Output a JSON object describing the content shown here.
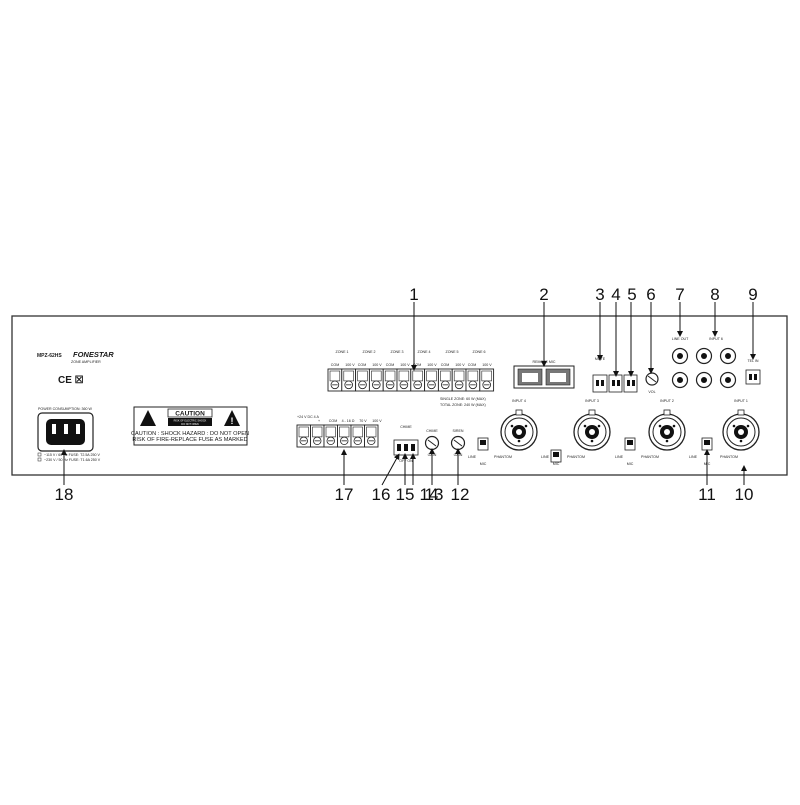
{
  "panel": {
    "model": "MPZ-62HS",
    "brand": "FONESTAR",
    "subtitle": "ZONE AMPLIFIER",
    "marks": "CE ☒"
  },
  "power": {
    "consumption": "POWER CONSUMPTION: 360 W",
    "fuse_line_1": "~115 V / 60 Hz FUSE: T2.5A 250 V",
    "fuse_line_2": "~230 V / 50 Hz FUSE: T1.6A 250 V"
  },
  "caution": {
    "title": "CAUTION",
    "small_lines": [
      "RISK OF ELECTRIC SHOCK",
      "DO NOT OPEN"
    ],
    "line_1": "CAUTION : SHOCK HAZARD : DO NOT OPEN",
    "line_2": "RISK OF FIRE-REPLACE FUSE AS MARKED"
  },
  "zones": {
    "labels": [
      "ZONE 1",
      "ZONE 2",
      "ZONE 3",
      "ZONE 4",
      "ZONE 5",
      "ZONE 6"
    ],
    "sub_com": "COM",
    "sub_100v": "100 V",
    "ratings_1": "SINGLE ZONE: 60 W (MAX)",
    "ratings_2": "TOTAL ZONE: 240 W (MAX)"
  },
  "remote_mic": {
    "label": "REMOTE MIC"
  },
  "dc_block": {
    "top": "+24 V DC 4 A",
    "labels": [
      "+",
      "COM",
      "4 - 16 Ω",
      "70 V",
      "100 V"
    ]
  },
  "small_labels": {
    "chime": "CHIME",
    "off_on": "OFF  ON",
    "chime_gain": "CHIME",
    "gain": "GAIN",
    "siren": "SIREN",
    "vol": "VOL",
    "mute": "MUTE",
    "line_out": "LINE OUT",
    "line": "LINE",
    "mic": "MIC",
    "phantom": "PHANTOM",
    "tel_in": "TEL IN",
    "input_1": "INPUT 1",
    "input_2": "INPUT 2",
    "input_3": "INPUT 3",
    "input_4": "INPUT 4",
    "input_5": "INPUT 5",
    "input_6": "INPUT 6"
  },
  "callouts": [
    "1",
    "2",
    "3",
    "4",
    "5",
    "6",
    "7",
    "8",
    "9",
    "10",
    "11",
    "12",
    "13",
    "14",
    "15",
    "16",
    "17",
    "18"
  ]
}
